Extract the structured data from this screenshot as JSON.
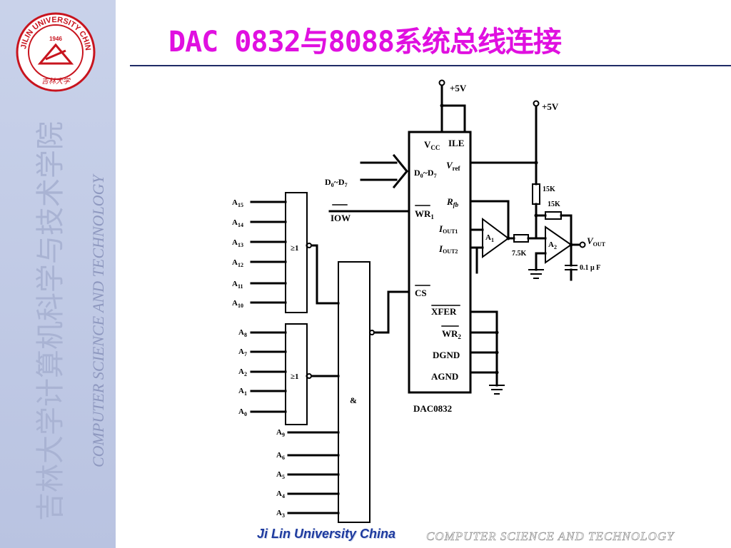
{
  "slide": {
    "title": "DAC 0832与8088系统总线连接",
    "footer_left": "Ji Lin University China",
    "footer_right": "COMPUTER   SCIENCE  AND  TECHNOLOGY"
  },
  "sidebar": {
    "vertical_cn": "吉林大学计算机科学与技术学院",
    "vertical_en": "COMPUTER SCIENCE AND TECHNOLOGY",
    "logo_ring_text": "JILIN UNIVERSITY CHINA",
    "logo_year": "1946",
    "logo_script": "吉林大学"
  },
  "diagram": {
    "vcc_top": "+5V",
    "vcc_right": "+5V",
    "chip_name": "DAC0832",
    "pins_left": {
      "vcc": "V",
      "vcc_sub": "CC",
      "data": "D",
      "data_sub0": "0",
      "data_tilde": "~D",
      "data_sub7": "7",
      "wr1": "WR",
      "wr1_sub": "1",
      "cs": "CS",
      "xfer": "XFER",
      "wr2": "WR",
      "wr2_sub": "2",
      "dgnd": "DGND",
      "agnd": "AGND"
    },
    "pins_right": {
      "ile": "ILE",
      "vref": "V",
      "vref_sub": "ref",
      "rfb": "R",
      "rfb_sub": "fb",
      "iout1": "I",
      "iout1_sub": "OUT1",
      "iout2": "I",
      "iout2_sub": "OUT2"
    },
    "bus_label": {
      "d": "D",
      "sub0": "0",
      "tilde": "~D",
      "sub7": "7"
    },
    "iow": "IOW",
    "or_gate_top": "≥1",
    "or_gate_bottom": "≥1",
    "and_gate": "&",
    "address_top": [
      {
        "a": "A",
        "n": "15"
      },
      {
        "a": "A",
        "n": "14"
      },
      {
        "a": "A",
        "n": "13"
      },
      {
        "a": "A",
        "n": "12"
      },
      {
        "a": "A",
        "n": "11"
      },
      {
        "a": "A",
        "n": "10"
      }
    ],
    "address_mid": [
      {
        "a": "A",
        "n": "8"
      },
      {
        "a": "A",
        "n": "7"
      },
      {
        "a": "A",
        "n": "2"
      },
      {
        "a": "A",
        "n": "1"
      },
      {
        "a": "A",
        "n": "0"
      }
    ],
    "address_bottom": [
      {
        "a": "A",
        "n": "9"
      },
      {
        "a": "A",
        "n": "6"
      },
      {
        "a": "A",
        "n": "5"
      },
      {
        "a": "A",
        "n": "4"
      },
      {
        "a": "A",
        "n": "3"
      }
    ],
    "opamp1": {
      "a": "A",
      "n": "1"
    },
    "opamp2": {
      "a": "A",
      "n": "2"
    },
    "r_vref": "15K",
    "r_feedback": "15K",
    "r_series": "7.5K",
    "cap": "0.1 μ F",
    "vout": "V",
    "vout_sub": "OUT"
  }
}
